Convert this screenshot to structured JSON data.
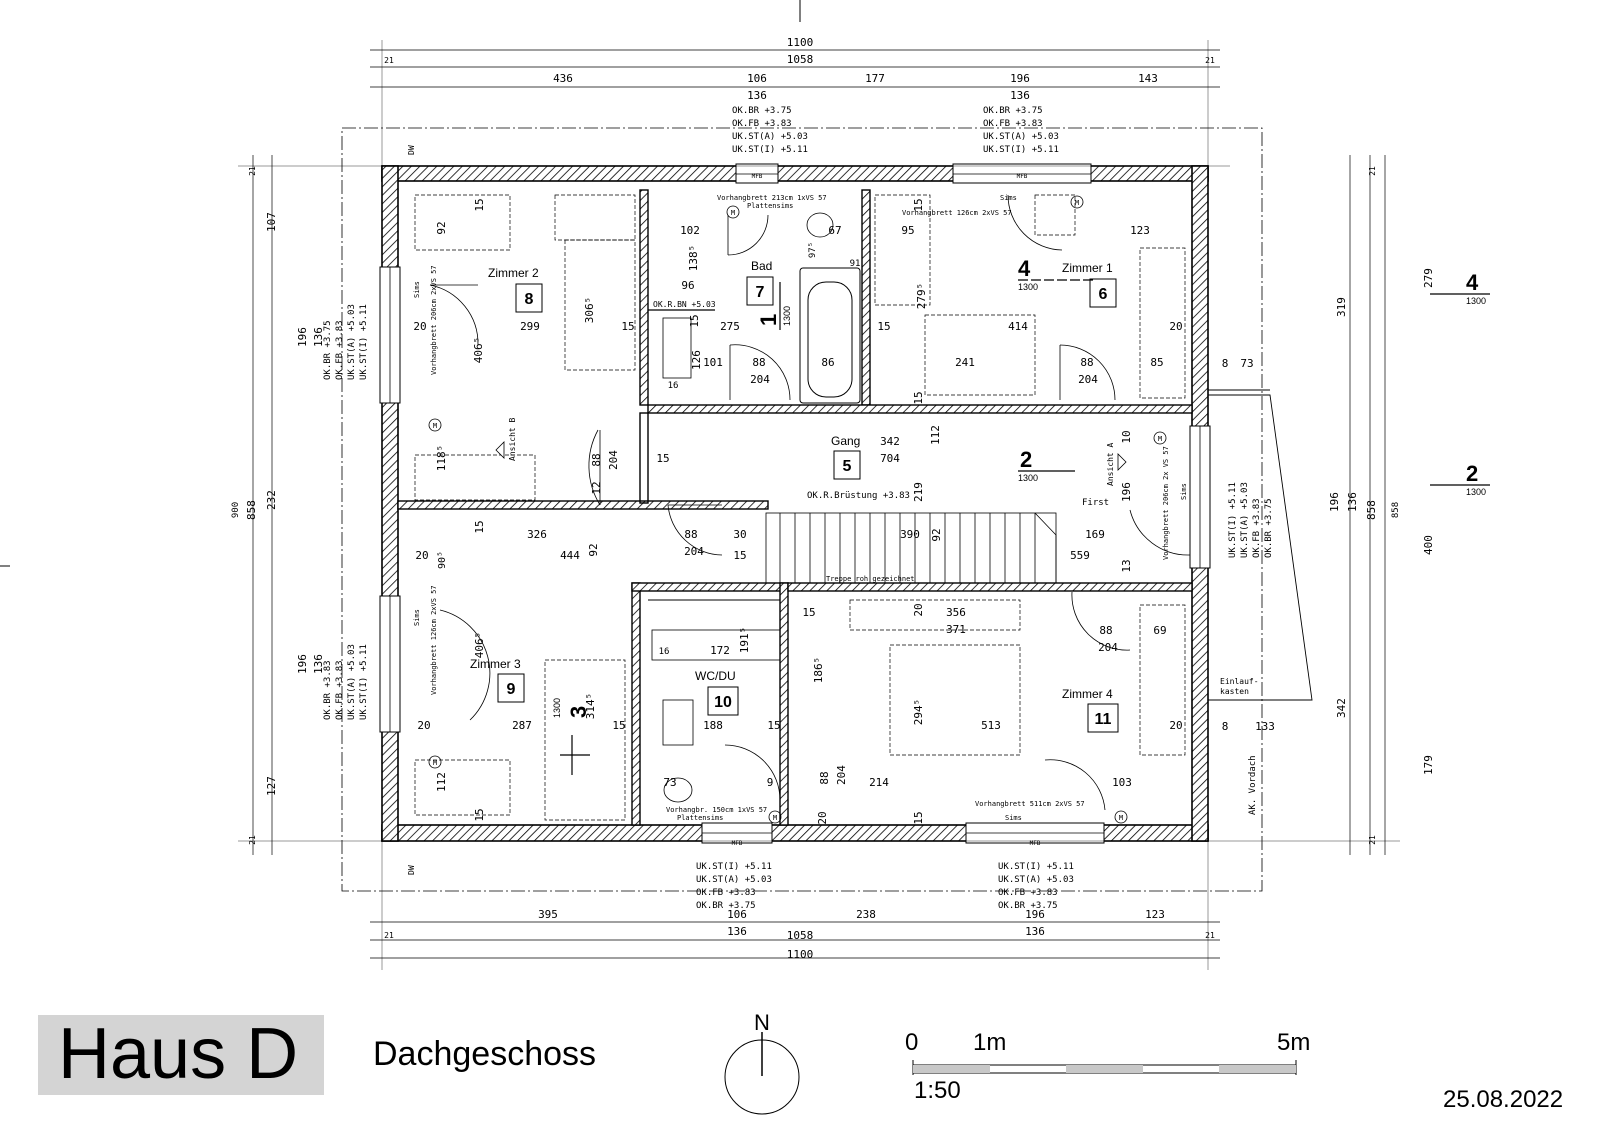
{
  "title": "Haus D",
  "subtitle": "Dachgeschoss",
  "date": "25.08.2022",
  "north": "N",
  "scale": {
    "zero": "0",
    "one": "1m",
    "five": "5m",
    "ratio": "1:50"
  },
  "rooms": [
    {
      "name": "Zimmer 2",
      "number": "8"
    },
    {
      "name": "Bad",
      "number": "7"
    },
    {
      "name": "Zimmer 1",
      "number": "6"
    },
    {
      "name": "Gang",
      "number": "5"
    },
    {
      "name": "Zimmer 3",
      "number": "9"
    },
    {
      "name": "WC/DU",
      "number": "10"
    },
    {
      "name": "Zimmer 4",
      "number": "11"
    }
  ],
  "sections": {
    "s1": "1",
    "s2": "2",
    "s3": "3",
    "s4": "4",
    "scale": "1300"
  },
  "top_dims": {
    "total_outer": "1100",
    "total_inner": "1058",
    "edge": "21",
    "seg1": "436",
    "seg2": "106",
    "seg3": "177",
    "seg4": "196",
    "seg5": "143",
    "win1": "136",
    "win2": "136"
  },
  "bottom_dims": {
    "total_outer": "1100",
    "total_inner": "1058",
    "edge": "21",
    "seg1": "395",
    "seg2": "106",
    "seg3": "238",
    "seg4": "196",
    "seg5": "123",
    "win1": "136",
    "win2": "136"
  },
  "left_dims": {
    "total_outer": "900",
    "total_inner": "858",
    "edge": "21",
    "seg1": "107",
    "seg2": "196",
    "seg3": "232",
    "seg4": "196",
    "seg5": "127",
    "win1": "136",
    "win2": "136"
  },
  "right_dims": {
    "total_outer": "858",
    "edge": "21",
    "seg1": "279",
    "seg2": "400",
    "seg3": "179",
    "seg4": "319",
    "seg5": "196",
    "seg6": "136",
    "seg7": "342",
    "seg8": "8",
    "seg9": "73",
    "seg10": "133"
  },
  "window_notes": {
    "top1": [
      "OK.BR     +3.75",
      "OK.FB     +3.83",
      "UK.ST(A) +5.03",
      "UK.ST(I) +5.11"
    ],
    "top2": [
      "OK.BR     +3.75",
      "OK.FB     +3.83",
      "UK.ST(A) +5.03",
      "UK.ST(I) +5.11"
    ],
    "bottom1": [
      "UK.ST(I) +5.11",
      "UK.ST(A) +5.03",
      "OK.FB     +3.83",
      "OK.BR     +3.75"
    ],
    "bottom2": [
      "UK.ST(I) +5.11",
      "UK.ST(A) +5.03",
      "OK.FB     +3.83",
      "OK.BR     +3.75"
    ],
    "left1": [
      "OK.BR +3.75",
      "OK.FB +3.83",
      "UK.ST(A) +5.03",
      "UK.ST(I) +5.11"
    ],
    "left2": [
      "OK.BR +3.83",
      "OK.FB +3.83",
      "UK.ST(A) +5.03",
      "UK.ST(I) +5.11"
    ],
    "right1": [
      "UK.ST(I) +5.11",
      "UK.ST(A) +5.03",
      "OK.FB +3.83",
      "OK.BR +3.75"
    ]
  },
  "annotations": {
    "vorhang_top1": "Vorhangbrett 213cm 1xVS 57",
    "plattensims": "Plattensims",
    "sims": "Sims",
    "vorhang_top2": "Vorhangbrett 126cm 2xVS 57",
    "vorhang_left1": "Vorhangbrett 206cm 2xVS 57",
    "vorhang_left2": "Vorhangbrett 126cm 2xVS 57",
    "vorhang_right": "Vorhangbrett 206cm 2x VS 57",
    "vorhang_bottom1": "Vorhangbr. 150cm 1xVS 57",
    "vorhang_bottom2": "Vorhangbrett 511cm 2xVS 57",
    "ok_bn": "OK.R.BN +5.03",
    "ok_brustung": "OK.R.Brüstung +3.83",
    "first": "First",
    "treppe": "Treppe roh gezeichnet",
    "ansicht_a": "Ansicht A",
    "ansicht_b": "Ansicht B",
    "einlauf": "Einlauf-",
    "kasten": "kasten",
    "vordach": "AK. Vordach",
    "dw": "DW",
    "mfb": "MFB",
    "m": "M"
  },
  "interior_dims": {
    "z2_92": "92",
    "z2_15": "15",
    "z2_3065": "306⁵",
    "z2_299": "299",
    "z2_20": "20",
    "z2_15b": "15",
    "z2_4065": "406⁵",
    "z2_1185": "118⁵",
    "bad_102": "102",
    "bad_1385": "138⁵",
    "bad_96": "96",
    "bad_67": "67",
    "bad_975": "97⁵",
    "bad_91": "91",
    "bad_275": "275",
    "bad_15": "15",
    "bad_126": "126",
    "bad_16": "16",
    "bad_101": "101",
    "bad_88": "88",
    "bad_204": "204",
    "bad_86": "86",
    "z1_95": "95",
    "z1_15": "15",
    "z1_123": "123",
    "z1_2795": "279⁵",
    "z1_414": "414",
    "z1_20": "20",
    "z1_15b": "15",
    "z1_241": "241",
    "z1_88": "88",
    "z1_204": "204",
    "z1_85": "85",
    "g_342": "342",
    "g_704": "704",
    "g_112": "112",
    "g_219": "219",
    "g_15": "15",
    "g_88": "88",
    "g_204": "204",
    "g_12": "12",
    "g_10": "10",
    "g_196": "196",
    "st_390": "390",
    "st_92": "92",
    "st_559": "559",
    "st_169": "169",
    "st_13": "13",
    "z3_15": "15",
    "z3_326": "326",
    "z3_444": "444",
    "z3_92": "92",
    "z3_20": "20",
    "z3_905": "90⁵",
    "z3_88": "88",
    "z3_204": "204",
    "z3_30": "30",
    "z3_15b": "15",
    "z3_4065": "406⁵",
    "z3_3145": "314⁵",
    "z3_287": "287",
    "z3_20b": "20",
    "z3_15c": "15",
    "z3_112": "112",
    "z3_15d": "15",
    "wc_16": "16",
    "wc_172": "172",
    "wc_1915": "191⁵",
    "wc_188": "188",
    "wc_15": "15",
    "wc_73": "73",
    "wc_9": "9",
    "z4_15": "15",
    "z4_20": "20",
    "z4_356": "356",
    "z4_371": "371",
    "z4_1865": "186⁵",
    "z4_2945": "294⁵",
    "z4_513": "513",
    "z4_88": "88",
    "z4_204": "204",
    "z4_69": "69",
    "z4_20b": "20",
    "z4_214": "214",
    "z4_103": "103",
    "z4_20c": "20",
    "z4_15c": "15",
    "z4_88b": "88",
    "z4_204b": "204"
  }
}
